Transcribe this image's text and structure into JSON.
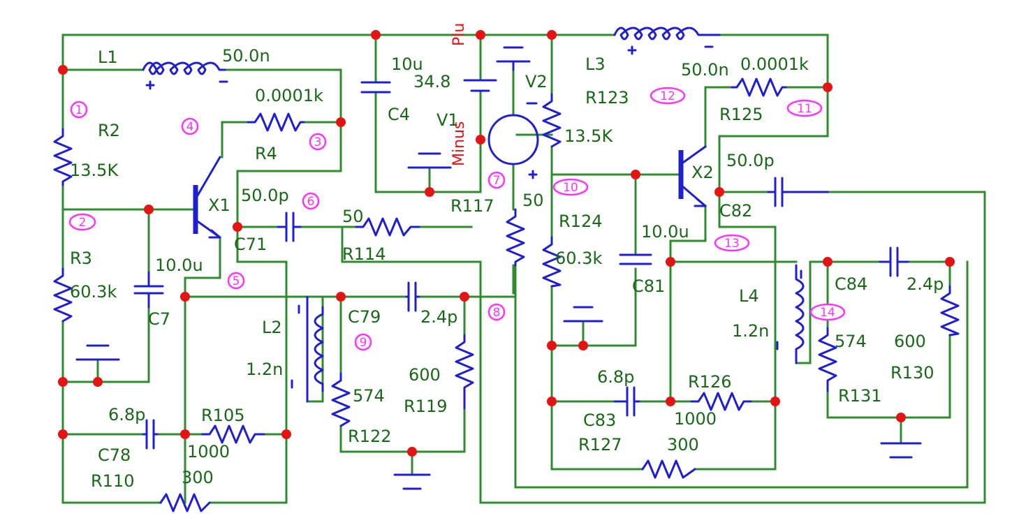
{
  "components": {
    "L1": {
      "name": "L1",
      "value": "50.0n"
    },
    "L2": {
      "name": "L2",
      "value": "1.2n"
    },
    "L3": {
      "name": "L3",
      "value": "50.0n"
    },
    "L4": {
      "name": "L4",
      "value": "1.2n"
    },
    "R2": {
      "name": "R2",
      "value": "13.5K"
    },
    "R3": {
      "name": "R3",
      "value": "60.3k"
    },
    "R4": {
      "name": "R4",
      "value": "0.0001k"
    },
    "R105": {
      "name": "R105",
      "value": "1000"
    },
    "R110": {
      "name": "R110",
      "value": "300"
    },
    "R114": {
      "name": "R114",
      "value": "50"
    },
    "R117": {
      "name": "R117",
      "value": "50"
    },
    "R119": {
      "name": "R119",
      "value": "600"
    },
    "R122": {
      "name": "R122",
      "value": "574"
    },
    "R123": {
      "name": "R123",
      "value": "13.5K"
    },
    "R124": {
      "name": "R124",
      "value": "60.3k"
    },
    "R125": {
      "name": "R125",
      "value": "0.0001k"
    },
    "R126": {
      "name": "R126",
      "value": "1000"
    },
    "R127": {
      "name": "R127",
      "value": "300"
    },
    "R130": {
      "name": "R130",
      "value": "600"
    },
    "R131": {
      "name": "R131",
      "value": "574"
    },
    "C4": {
      "name": "C4",
      "value": "10u"
    },
    "C7": {
      "name": "C7",
      "value": "10.0u"
    },
    "C71": {
      "name": "C71",
      "value": "50.0p"
    },
    "C78": {
      "name": "C78",
      "value": "6.8p"
    },
    "C79": {
      "name": "C79",
      "value": "2.4p"
    },
    "C81": {
      "name": "C81",
      "value": "10.0u"
    },
    "C82": {
      "name": "C82",
      "value": "50.0p"
    },
    "C83": {
      "name": "C83",
      "value": "6.8p"
    },
    "C84": {
      "name": "C84",
      "value": "2.4p"
    },
    "V1": {
      "name": "V1",
      "value": "34.8"
    },
    "V2": {
      "name": "V2"
    },
    "X1": {
      "name": "X1"
    },
    "X2": {
      "name": "X2"
    }
  },
  "net_labels": {
    "plus": "Plu",
    "minus": "Minus"
  },
  "nodes": [
    "1",
    "2",
    "3",
    "4",
    "5",
    "6",
    "7",
    "8",
    "9",
    "10",
    "11",
    "12",
    "13",
    "14"
  ],
  "colors": {
    "wire": "#2e8b2e",
    "component": "#1f1fd0",
    "junction": "#e41414",
    "label": "#186818",
    "node_marker": "#ff33ff"
  }
}
